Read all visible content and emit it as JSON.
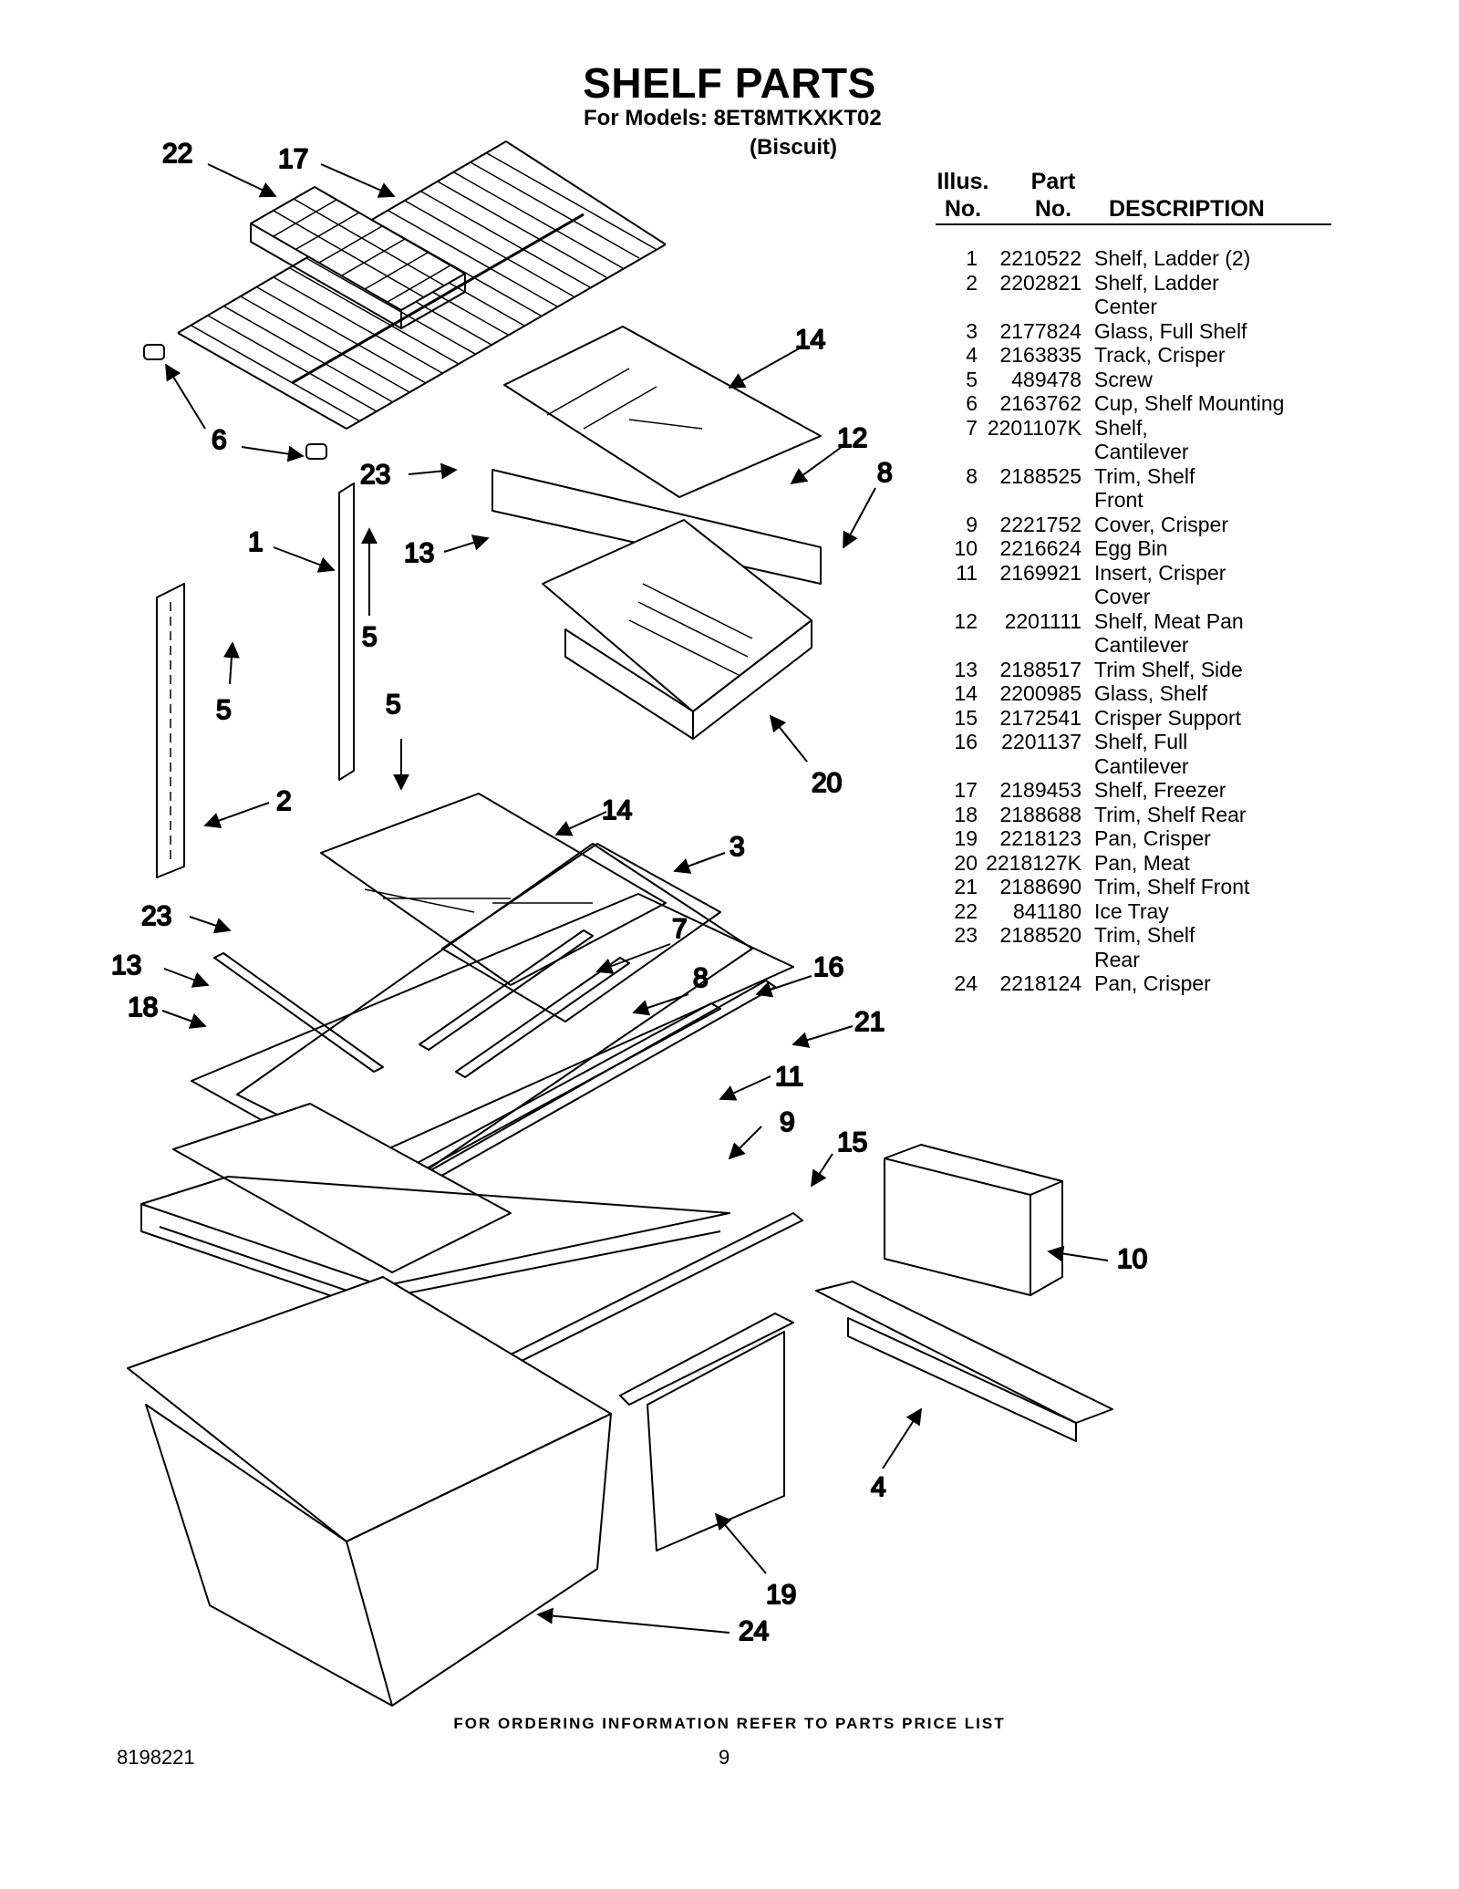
{
  "title": "SHELF PARTS",
  "models_line": "For Models: 8ET8MTKXKT02",
  "color_line": "(Biscuit)",
  "table_headers": {
    "illus_top": "Illus.",
    "illus_bottom": "No.",
    "part_top": "Part",
    "part_bottom": "No.",
    "description": "DESCRIPTION"
  },
  "parts": [
    {
      "illus": "1",
      "part": "2210522",
      "desc": "Shelf, Ladder (2)"
    },
    {
      "illus": "2",
      "part": "2202821",
      "desc": "Shelf, Ladder\nCenter"
    },
    {
      "illus": "3",
      "part": "2177824",
      "desc": "Glass, Full Shelf"
    },
    {
      "illus": "4",
      "part": "2163835",
      "desc": "Track, Crisper"
    },
    {
      "illus": "5",
      "part": "489478",
      "desc": "Screw"
    },
    {
      "illus": "6",
      "part": "2163762",
      "desc": "Cup, Shelf Mounting"
    },
    {
      "illus": "7",
      "part": "2201107K",
      "desc": "Shelf,\nCantilever"
    },
    {
      "illus": "8",
      "part": "2188525",
      "desc": "Trim, Shelf\nFront"
    },
    {
      "illus": "9",
      "part": "2221752",
      "desc": "Cover, Crisper"
    },
    {
      "illus": "10",
      "part": "2216624",
      "desc": "Egg Bin"
    },
    {
      "illus": "11",
      "part": "2169921",
      "desc": "Insert, Crisper\nCover"
    },
    {
      "illus": "12",
      "part": "2201111",
      "desc": "Shelf, Meat Pan\nCantilever"
    },
    {
      "illus": "13",
      "part": "2188517",
      "desc": "Trim Shelf, Side"
    },
    {
      "illus": "14",
      "part": "2200985",
      "desc": "Glass, Shelf"
    },
    {
      "illus": "15",
      "part": "2172541",
      "desc": "Crisper Support"
    },
    {
      "illus": "16",
      "part": "2201137",
      "desc": "Shelf, Full\nCantilever"
    },
    {
      "illus": "17",
      "part": "2189453",
      "desc": "Shelf, Freezer"
    },
    {
      "illus": "18",
      "part": "2188688",
      "desc": "Trim, Shelf Rear"
    },
    {
      "illus": "19",
      "part": "2218123",
      "desc": "Pan, Crisper"
    },
    {
      "illus": "20",
      "part": "2218127K",
      "desc": "Pan, Meat"
    },
    {
      "illus": "21",
      "part": "2188690",
      "desc": "Trim, Shelf Front"
    },
    {
      "illus": "22",
      "part": "841180",
      "desc": "Ice Tray"
    },
    {
      "illus": "23",
      "part": "2188520",
      "desc": "Trim, Shelf\nRear"
    },
    {
      "illus": "24",
      "part": "2218124",
      "desc": "Pan, Crisper"
    }
  ],
  "callouts": {
    "c22": "22",
    "c17": "17",
    "c14a": "14",
    "c6": "6",
    "c23a": "23",
    "c12": "12",
    "c8a": "8",
    "c1": "1",
    "c13a": "13",
    "c5a": "5",
    "c5b": "5",
    "c5c": "5",
    "c20": "20",
    "c2": "2",
    "c14b": "14",
    "c3": "3",
    "c23b": "23",
    "c7": "7",
    "c13b": "13",
    "c8b": "8",
    "c16": "16",
    "c18": "18",
    "c21": "21",
    "c11": "11",
    "c9": "9",
    "c15": "15",
    "c10": "10",
    "c4": "4",
    "c19": "19",
    "c24": "24"
  },
  "footer_note": "FOR ORDERING INFORMATION REFER TO PARTS PRICE LIST",
  "doc_number": "8198221",
  "page_number": "9"
}
